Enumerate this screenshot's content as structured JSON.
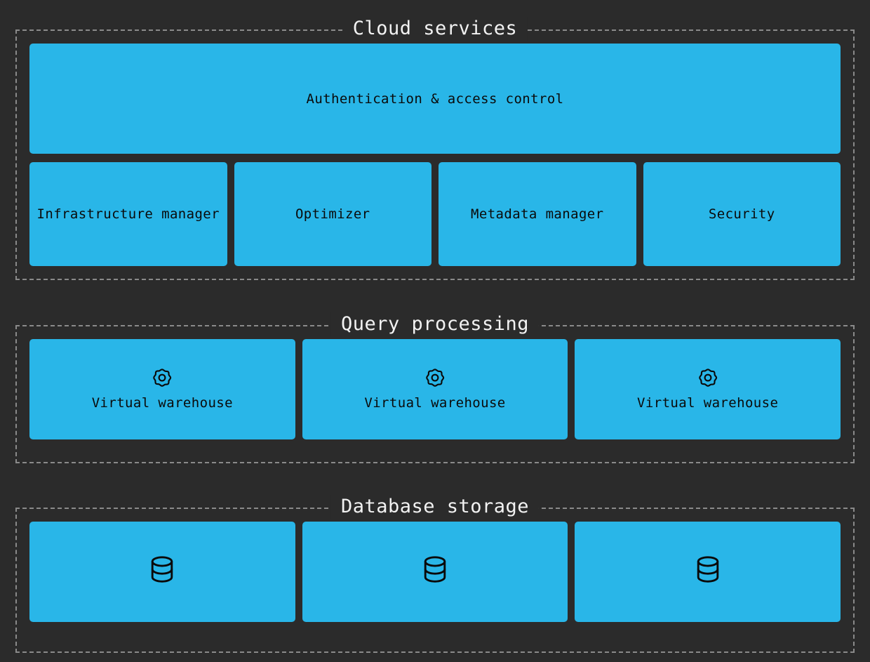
{
  "theme": {
    "background": "#2b2b2b",
    "node_fill": "#29b6e8",
    "node_text": "#0a0a0a",
    "section_border": "#8a8a8a",
    "title_text": "#f2f2f2"
  },
  "sections": [
    {
      "id": "cloud-services",
      "title": "Cloud services",
      "primary": {
        "label": "Authentication & access control",
        "icon": ""
      },
      "nodes": [
        {
          "label": "Infrastructure manager",
          "icon": ""
        },
        {
          "label": "Optimizer",
          "icon": ""
        },
        {
          "label": "Metadata manager",
          "icon": ""
        },
        {
          "label": "Security",
          "icon": ""
        }
      ]
    },
    {
      "id": "query-processing",
      "title": "Query processing",
      "nodes": [
        {
          "label": "Virtual warehouse",
          "icon": "gear-icon"
        },
        {
          "label": "Virtual warehouse",
          "icon": "gear-icon"
        },
        {
          "label": "Virtual warehouse",
          "icon": "gear-icon"
        }
      ]
    },
    {
      "id": "database-storage",
      "title": "Database storage",
      "nodes": [
        {
          "label": "",
          "icon": "database-icon"
        },
        {
          "label": "",
          "icon": "database-icon"
        },
        {
          "label": "",
          "icon": "database-icon"
        }
      ]
    }
  ]
}
